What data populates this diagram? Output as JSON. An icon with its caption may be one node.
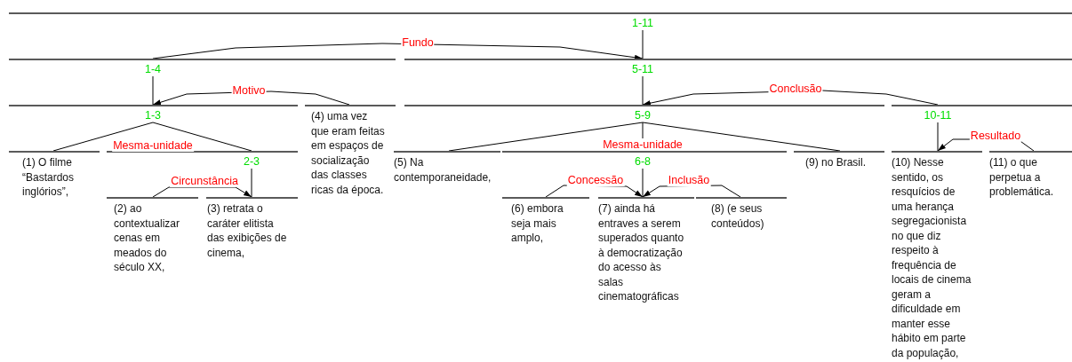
{
  "diagram": {
    "nodes": [
      {
        "text": [
          "1-11"
        ]
      },
      {
        "text": [
          "1-4"
        ]
      },
      {
        "text": [
          "5-11"
        ]
      },
      {
        "text": [
          "1-3"
        ]
      },
      {
        "text": [
          "(4) uma vez que eram feitas em espaços de socialização das classes ricas da época."
        ]
      },
      {
        "text": [
          "5-9"
        ]
      },
      {
        "text": [
          "10-11"
        ]
      },
      {
        "text": [
          "(1) O filme “Bastardos inglórios”,"
        ]
      },
      {
        "text": [
          "2-3"
        ]
      },
      {
        "text": [
          "(5) Na contemporaneidade,"
        ]
      },
      {
        "text": [
          "6-8"
        ]
      },
      {
        "text": [
          "(9) no Brasil."
        ]
      },
      {
        "text": [
          "(10) Nesse sentido, os resquícios de uma herança segregacionista no que diz respeito à frequência de locais de cinema geram a dificuldade em manter esse hábito em parte da população,"
        ]
      },
      {
        "text": [
          "(11) o que perpetua a problemática."
        ]
      },
      {
        "text": [
          "(2) ao contextualizar cenas em meados do século XX,"
        ]
      },
      {
        "text": [
          "(3) retrata o caráter elitista das exibições de cinema,"
        ]
      },
      {
        "text": [
          "(6) embora seja mais amplo,"
        ]
      },
      {
        "text": [
          "(7) ainda há entraves a serem superados quanto à democratização do acesso às salas cinematográficas"
        ]
      },
      {
        "text": [
          "(8) (e seus conteúdos)"
        ]
      }
    ],
    "edges": [
      {
        "from": 1,
        "to": 2,
        "arrow": "to",
        "label": "Fundo"
      },
      {
        "from": 0,
        "to": 2,
        "arrow": "none"
      },
      {
        "from": 4,
        "to": 3,
        "arrow": "to",
        "label": "Motivo"
      },
      {
        "from": 1,
        "to": 3,
        "arrow": "none"
      },
      {
        "from": 6,
        "to": 5,
        "arrow": "to",
        "label": "Conclusão"
      },
      {
        "from": 2,
        "to": 5,
        "arrow": "none"
      },
      {
        "from": 3,
        "to": 7,
        "arrow": "none",
        "label": "Mesma-unidade"
      },
      {
        "from": 3,
        "to": 8,
        "arrow": "none"
      },
      {
        "from": 14,
        "to": 15,
        "arrow": "to",
        "label": "Circunstância"
      },
      {
        "from": 8,
        "to": 15,
        "arrow": "none"
      },
      {
        "from": 5,
        "to": 9,
        "arrow": "none"
      },
      {
        "from": 5,
        "to": 10,
        "arrow": "none",
        "label": "Mesma-unidade"
      },
      {
        "from": 5,
        "to": 11,
        "arrow": "none"
      },
      {
        "from": 16,
        "to": 17,
        "arrow": "to",
        "label": "Concessão"
      },
      {
        "from": 18,
        "to": 17,
        "arrow": "to",
        "label": "Inclusão"
      },
      {
        "from": 10,
        "to": 17,
        "arrow": "none"
      },
      {
        "from": 13,
        "to": 12,
        "arrow": "to",
        "label": "Resultado"
      },
      {
        "from": 6,
        "to": 12,
        "arrow": "none"
      }
    ]
  }
}
